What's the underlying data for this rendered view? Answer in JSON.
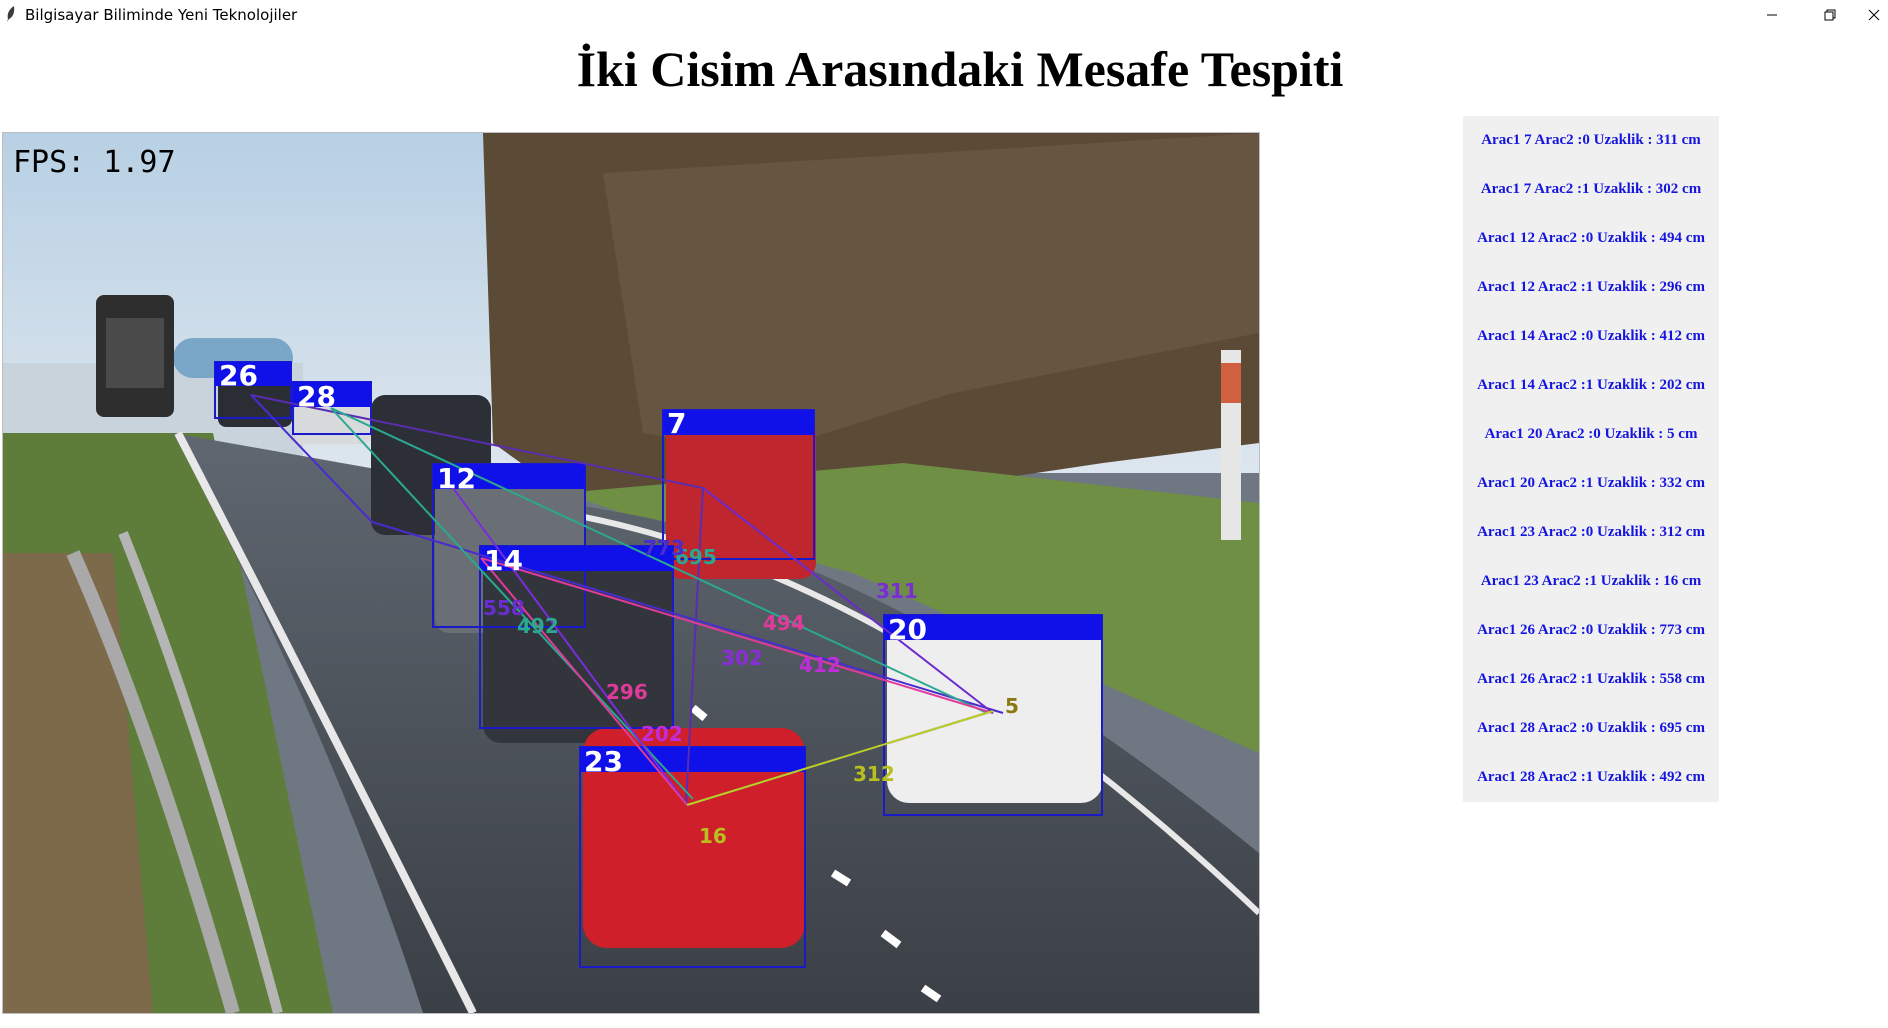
{
  "window": {
    "title": "Bilgisayar Biliminde Yeni Teknolojiler",
    "controls": [
      "minimize-icon",
      "restore-icon",
      "close-icon"
    ]
  },
  "heading": "İki Cisim Arasındaki Mesafe Tespiti",
  "video": {
    "fps_text": "FPS: 1.97",
    "box_color": "#1010e0",
    "vehicles": [
      {
        "id": "26",
        "color": "dark"
      },
      {
        "id": "28",
        "color": "white"
      },
      {
        "id": "12",
        "color": "silver"
      },
      {
        "id": "7",
        "color": "red"
      },
      {
        "id": "14",
        "color": "dark"
      },
      {
        "id": "20",
        "color": "white"
      },
      {
        "id": "23",
        "color": "red"
      }
    ],
    "distance_labels": [
      "311",
      "695",
      "492",
      "494",
      "302",
      "412",
      "296",
      "202",
      "312",
      "5",
      "16",
      "558",
      "773"
    ]
  },
  "distances": [
    "Arac1 7 Arac2 :0 Uzaklik : 311 cm",
    "Arac1 7 Arac2 :1 Uzaklik : 302 cm",
    "Arac1 12 Arac2 :0 Uzaklik : 494 cm",
    "Arac1 12 Arac2 :1 Uzaklik : 296 cm",
    "Arac1 14 Arac2 :0 Uzaklik : 412 cm",
    "Arac1 14 Arac2 :1 Uzaklik : 202 cm",
    "Arac1 20 Arac2 :0 Uzaklik : 5 cm",
    "Arac1 20 Arac2 :1 Uzaklik : 332 cm",
    "Arac1 23 Arac2 :0 Uzaklik : 312 cm",
    "Arac1 23 Arac2 :1 Uzaklik : 16 cm",
    "Arac1 26 Arac2 :0 Uzaklik : 773 cm",
    "Arac1 26 Arac2 :1 Uzaklik : 558 cm",
    "Arac1 28 Arac2 :0 Uzaklik : 695 cm",
    "Arac1 28 Arac2 :1 Uzaklik : 492 cm"
  ]
}
